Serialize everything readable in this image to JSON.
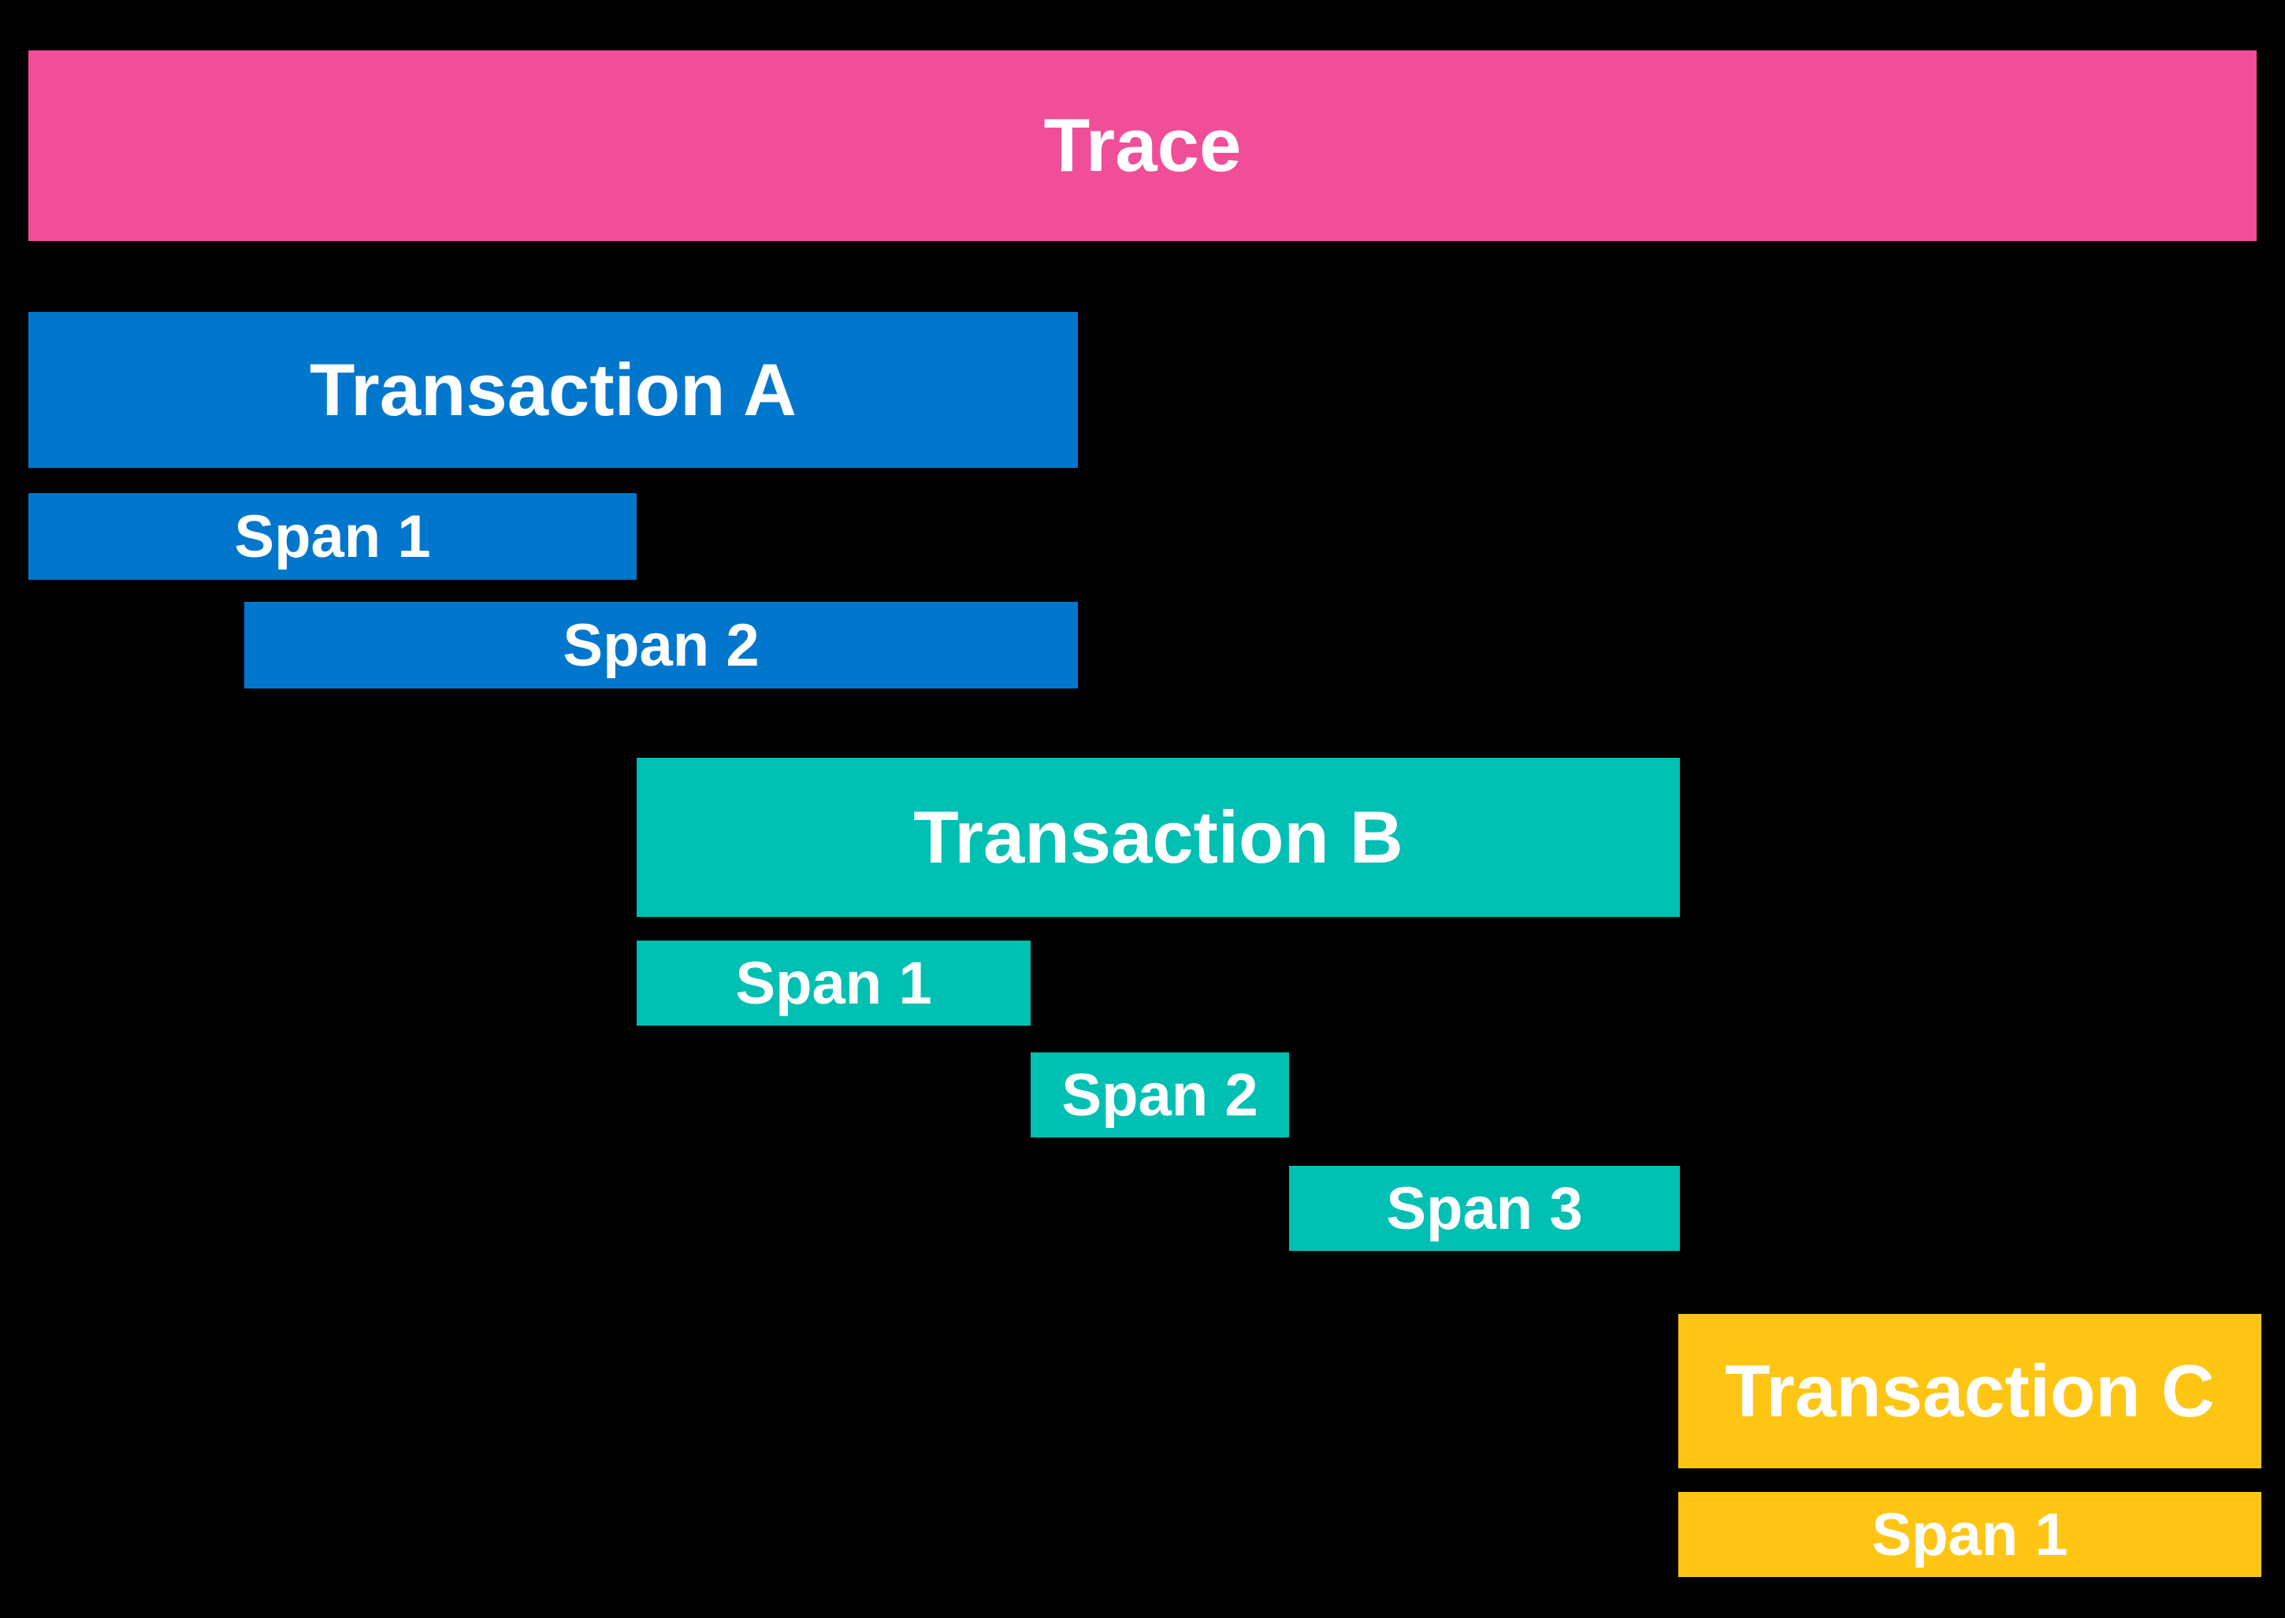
{
  "diagram": {
    "background_color": "#000000",
    "label_text_color": "#FFFFFF",
    "trace": {
      "label": "Trace",
      "color": "#F04E98"
    },
    "transactions": [
      {
        "label": "Transaction A",
        "color": "#0077CC",
        "spans": [
          {
            "label": "Span 1"
          },
          {
            "label": "Span 2"
          }
        ]
      },
      {
        "label": "Transaction B",
        "color": "#00BFB3",
        "spans": [
          {
            "label": "Span 1"
          },
          {
            "label": "Span 2"
          },
          {
            "label": "Span 3"
          }
        ]
      },
      {
        "label": "Transaction C",
        "color": "#FEC514",
        "spans": [
          {
            "label": "Span 1"
          }
        ]
      }
    ]
  }
}
